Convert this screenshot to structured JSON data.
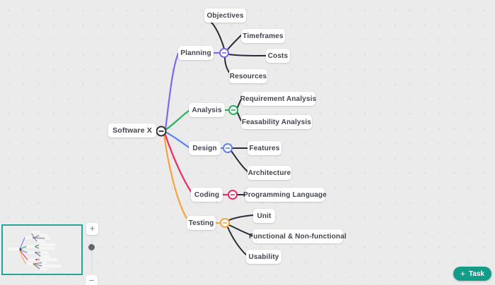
{
  "app": "mindmap-canvas",
  "colors": {
    "canvas": "#ebebeb",
    "dot": "#dadbdc",
    "node_bg": "#ffffff",
    "node_text": "#42454f",
    "dark_line": "#2b2d36",
    "teal": "#28a496",
    "task_button_bg": "#129d88"
  },
  "mindmap": {
    "root": {
      "label": "Software X",
      "color": "#2b2d36",
      "toggle_state": "expanded"
    },
    "branches": [
      {
        "label": "Planning",
        "color": "#7b68ee",
        "toggle_state": "expanded",
        "children": [
          {
            "label": "Objectives"
          },
          {
            "label": "Timeframes"
          },
          {
            "label": "Costs"
          },
          {
            "label": "Resources"
          }
        ]
      },
      {
        "label": "Analysis",
        "color": "#27b35c",
        "toggle_state": "expanded",
        "children": [
          {
            "label": "Requirement Analysis"
          },
          {
            "label": "Feasability Analysis"
          }
        ]
      },
      {
        "label": "Design",
        "color": "#5e81f4",
        "toggle_state": "expanded",
        "children": [
          {
            "label": "Features"
          },
          {
            "label": "Architecture"
          }
        ]
      },
      {
        "label": "Coding",
        "color": "#ee2a64",
        "toggle_state": "expanded",
        "children": [
          {
            "label": "Programming Language"
          }
        ]
      },
      {
        "label": "Testing",
        "color": "#f7a33c",
        "toggle_state": "expanded",
        "children": [
          {
            "label": "Unit"
          },
          {
            "label": "Functional & Non-functional"
          },
          {
            "label": "Usability"
          }
        ]
      }
    ]
  },
  "controls": {
    "zoom_in_label": "+",
    "zoom_out_label": "−",
    "zoom_level_handle": "slider"
  },
  "task_button": {
    "plus": "+",
    "label": "Task"
  }
}
